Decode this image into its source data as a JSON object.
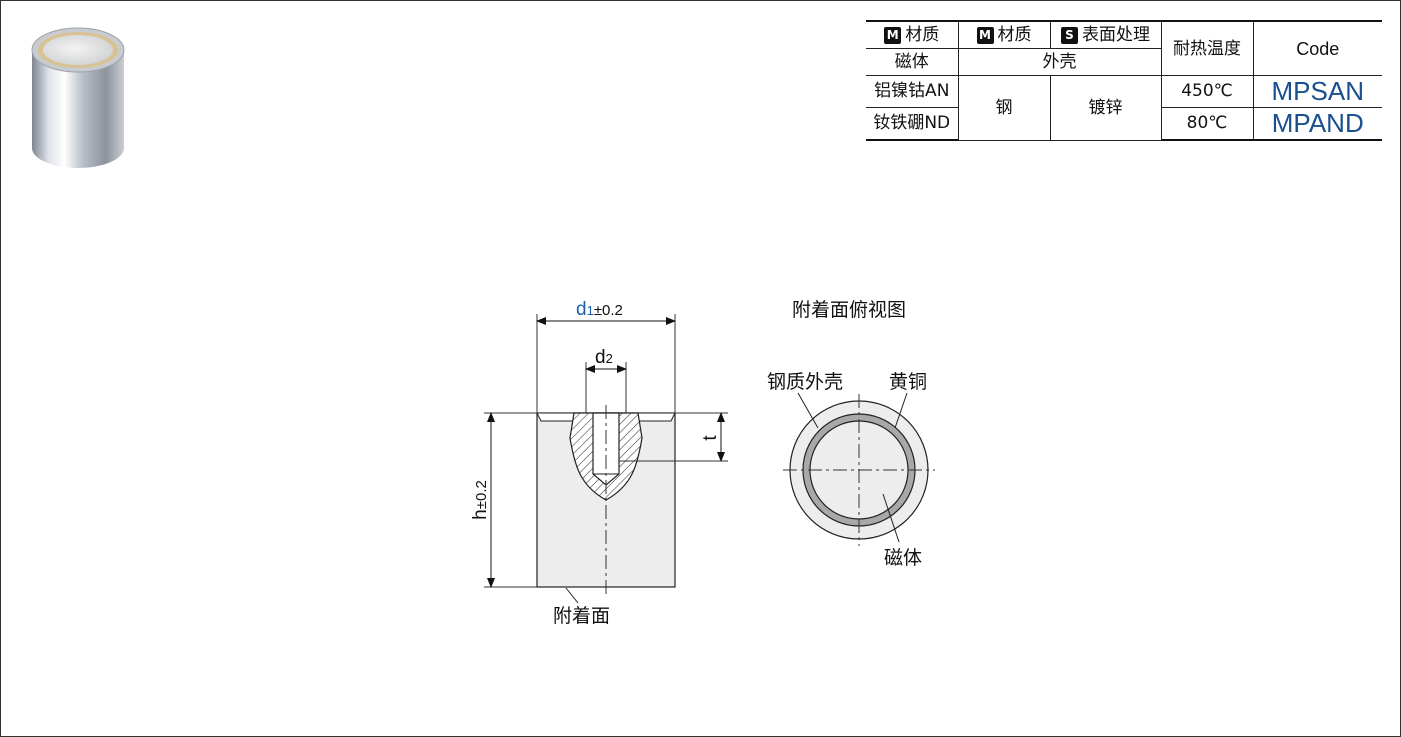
{
  "table": {
    "hdr_magnet_badge": "M",
    "hdr_magnet_material": "材质",
    "hdr_shell_badge": "M",
    "hdr_shell_material": "材质",
    "hdr_surface_badge": "S",
    "hdr_surface_treatment": "表面处理",
    "hdr_heat_resistance": "耐热温度",
    "hdr_code": "Code",
    "sub_magnet": "磁体",
    "sub_shell": "外壳",
    "rows": [
      {
        "magnet": "铝镍钴AN",
        "temp": "450℃",
        "code": "MPSAN"
      },
      {
        "magnet": "钕铁硼ND",
        "temp": "80℃",
        "code": "MPAND"
      }
    ],
    "shell_material": "钢",
    "surface": "镀锌"
  },
  "drawing": {
    "d1_symbol": "d",
    "d1_sub": "1",
    "d1_tol": "±0.2",
    "d2_symbol": "d",
    "d2_sub": "2",
    "t_label": "t",
    "h_label": "h",
    "h_tol": "±0.2",
    "attach_face": "附着面",
    "top_view_title": "附着面俯视图",
    "steel_shell": "钢质外壳",
    "brass": "黄铜",
    "magnet": "磁体"
  },
  "colors": {
    "code_blue": "#1a4f8f",
    "dim_blue": "#1a5fa8",
    "body_fill": "#ededed",
    "brass_ring": "#a8a8a8"
  }
}
